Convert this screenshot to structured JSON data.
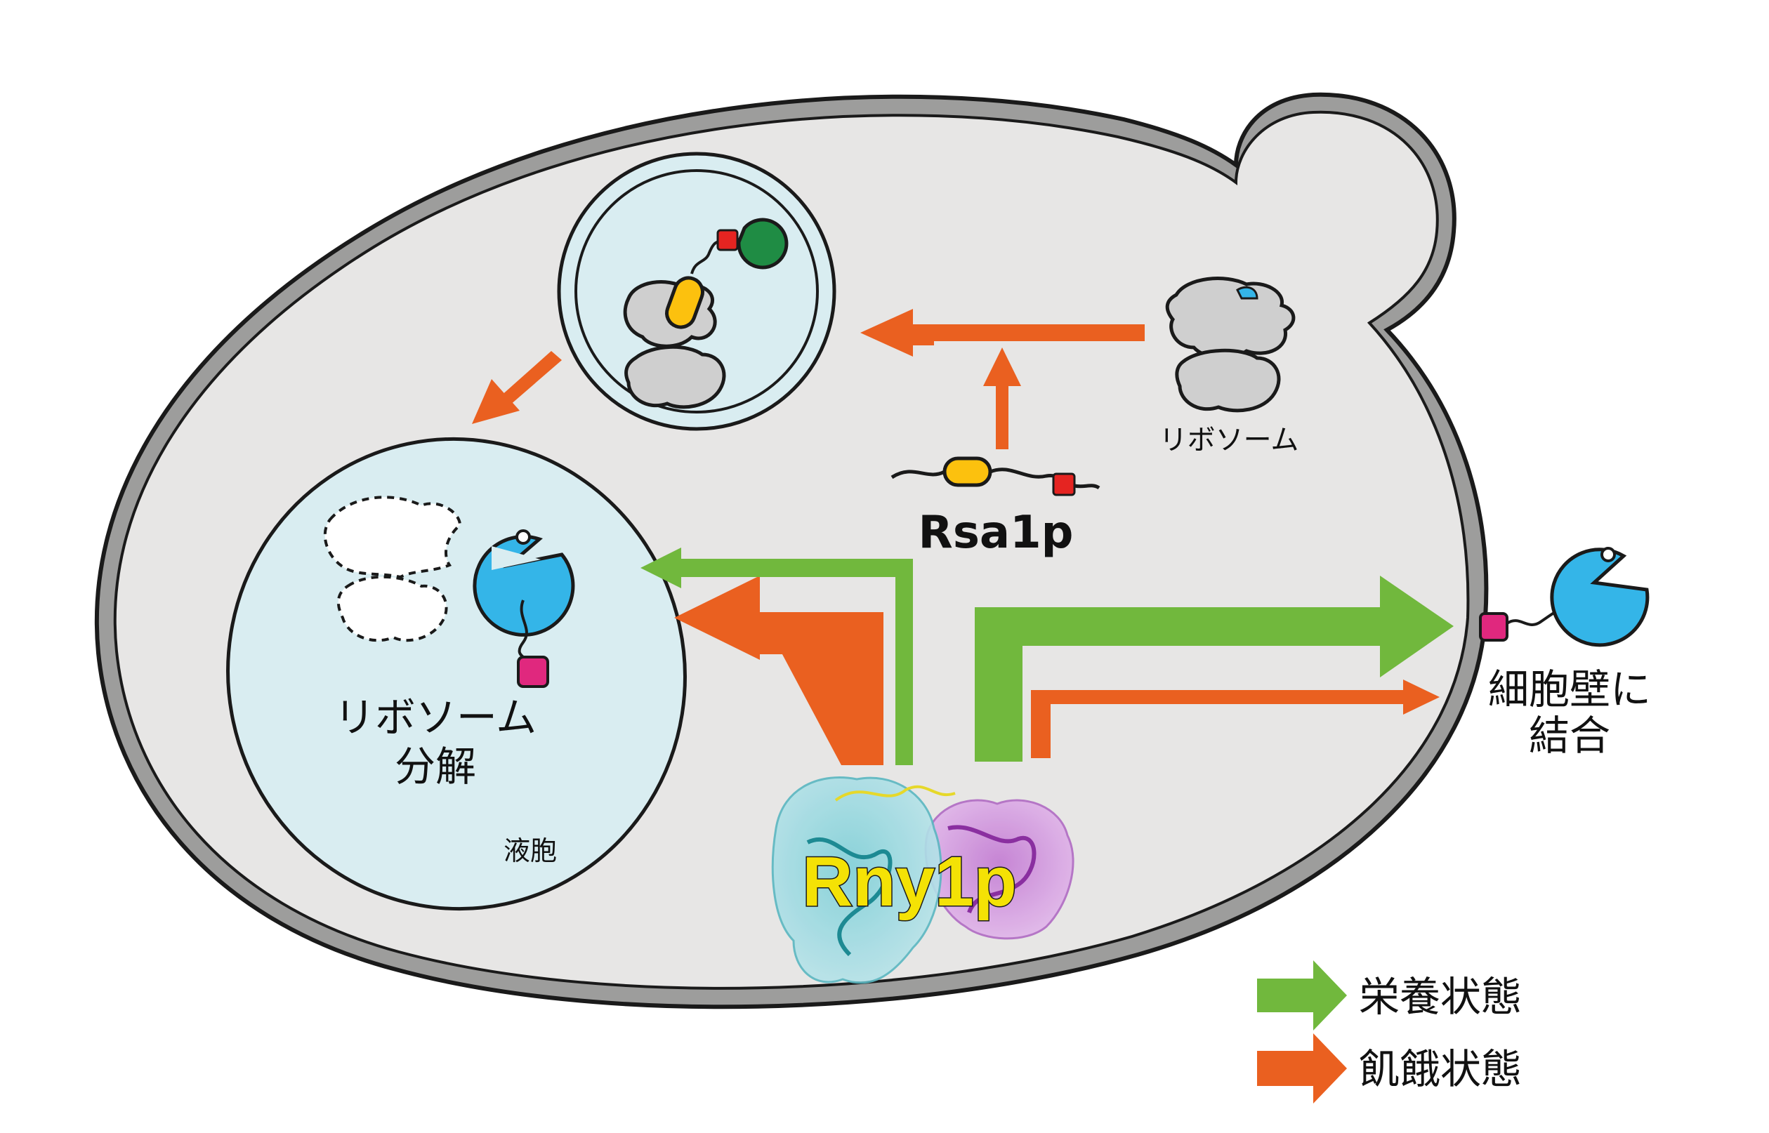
{
  "labels": {
    "ribosome": "リボソーム",
    "rsa1p": "Rsa1p",
    "degradation_line1": "リボソーム",
    "degradation_line2": "分解",
    "vacuole": "液胞",
    "cell_wall_line1": "細胞壁に",
    "cell_wall_line2": "結合",
    "rny1p": "Rny1p"
  },
  "legend": [
    {
      "label": "栄養状態",
      "color": "#71b83d",
      "icon": "green-arrow-icon"
    },
    {
      "label": "飢餓状態",
      "color": "#ea6020",
      "icon": "orange-arrow-icon"
    }
  ],
  "colors": {
    "cytoplasm": "#e7e6e5",
    "cell_wall": "#9d9d9c",
    "vacuole": "#d9edf1",
    "nutrient_arrow": "#71b83d",
    "starvation_arrow": "#ea6020",
    "enzyme": "#34b5e8",
    "anchor": "#e0287e",
    "tag": "#e52421",
    "domain": "#fcc10e",
    "ribosome": "#cfcfcf",
    "rny1p_label_fill": "#f4e205"
  }
}
